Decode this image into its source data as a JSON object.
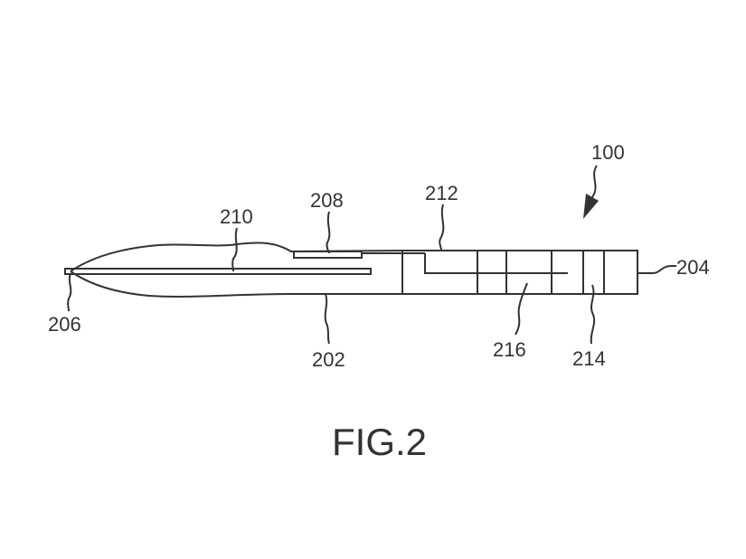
{
  "figure": {
    "caption": "FIG.2",
    "labels": {
      "device": "100",
      "body": "202",
      "end": "204",
      "tip": "206",
      "sleeve": "208",
      "needle": "210",
      "line": "212",
      "segment": "214",
      "compartment": "216"
    }
  }
}
